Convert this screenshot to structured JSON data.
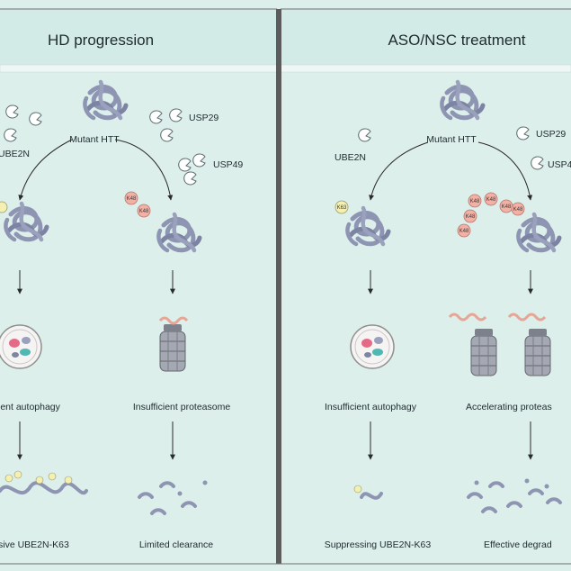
{
  "panels": {
    "left": {
      "title": "HD progression",
      "mutant_label": "Mutant HTT",
      "usp29_label": "USP29",
      "usp49_label": "USP49",
      "ube2n_label": "UBE2N",
      "left_step_label": "ient autophagy",
      "right_step_label": "Insufficient proteasome",
      "left_outcome_label": "sive UBE2N-K63",
      "right_outcome_label": "Limited clearance"
    },
    "right": {
      "title": "ASO/NSC treatment",
      "mutant_label": "Mutant HTT",
      "usp29_label": "USP29",
      "usp49_label": "USP4",
      "ube2n_label": "UBE2N",
      "left_step_label": "Insufficient autophagy",
      "right_step_label": "Accelerating proteas",
      "left_outcome_label": "Suppressing UBE2N-K63",
      "right_outcome_label": "Effective degrad"
    }
  },
  "tags": {
    "k48": "K48",
    "k63": "K63"
  },
  "colors": {
    "background": "#dcefeb",
    "header": "#d3ebe6",
    "divider": "#5c5c5c",
    "protein": "#8e95b2",
    "k48_tag": "#f3b0a5",
    "k63_tag": "#f3f0b2"
  }
}
